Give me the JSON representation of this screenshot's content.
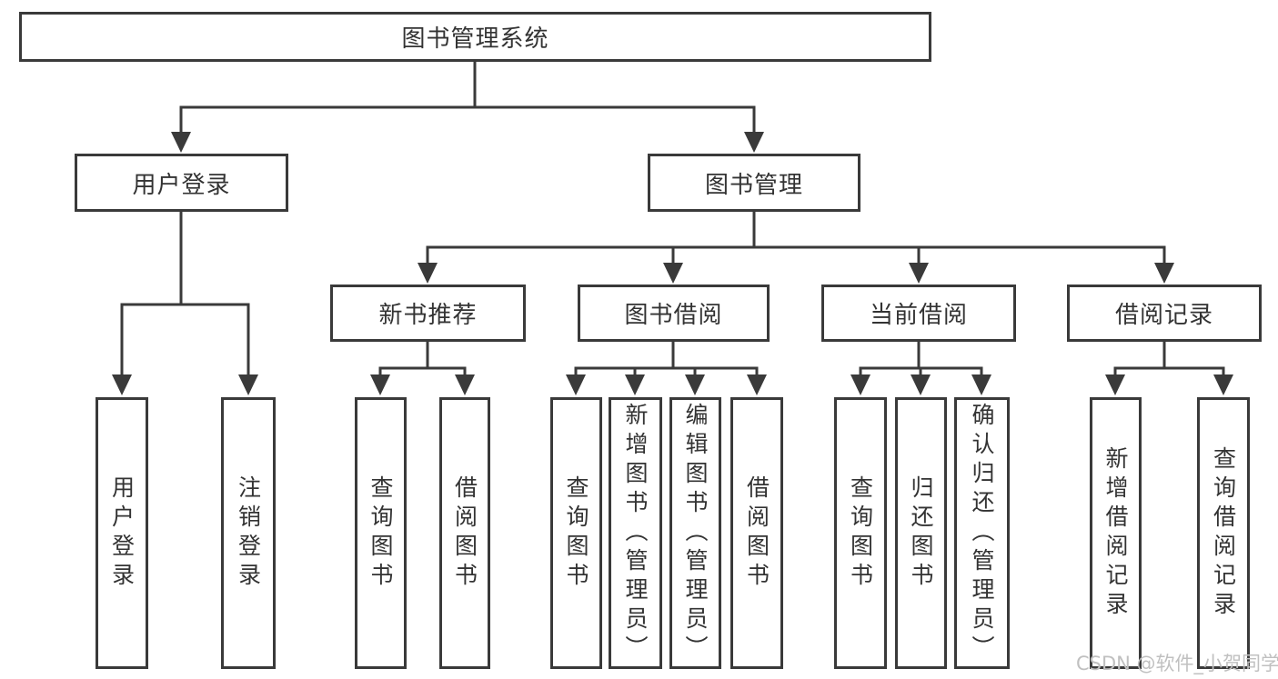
{
  "diagram_title": "图书管理系统",
  "tree": {
    "label": "图书管理系统",
    "children": [
      {
        "label": "用户登录",
        "children": [
          {
            "label": "用户登录"
          },
          {
            "label": "注销登录"
          }
        ]
      },
      {
        "label": "图书管理",
        "children": [
          {
            "label": "新书推荐",
            "children": [
              {
                "label": "查询图书"
              },
              {
                "label": "借阅图书"
              }
            ]
          },
          {
            "label": "图书借阅",
            "children": [
              {
                "label": "查询图书"
              },
              {
                "label": "新增图书（管理员）"
              },
              {
                "label": "编辑图书（管理员）"
              },
              {
                "label": "借阅图书"
              }
            ]
          },
          {
            "label": "当前借阅",
            "children": [
              {
                "label": "查询图书"
              },
              {
                "label": "归还图书"
              },
              {
                "label": "确认归还（管理员）"
              }
            ]
          },
          {
            "label": "借阅记录",
            "children": [
              {
                "label": "新增借阅记录"
              },
              {
                "label": "查询借阅记录"
              }
            ]
          }
        ]
      }
    ]
  },
  "watermark": {
    "text": "CSDN @软件_小贺同学"
  },
  "colors": {
    "line": "#3a3a3a",
    "text": "#333333",
    "background": "#ffffff",
    "watermark": "#c0c0c0"
  }
}
